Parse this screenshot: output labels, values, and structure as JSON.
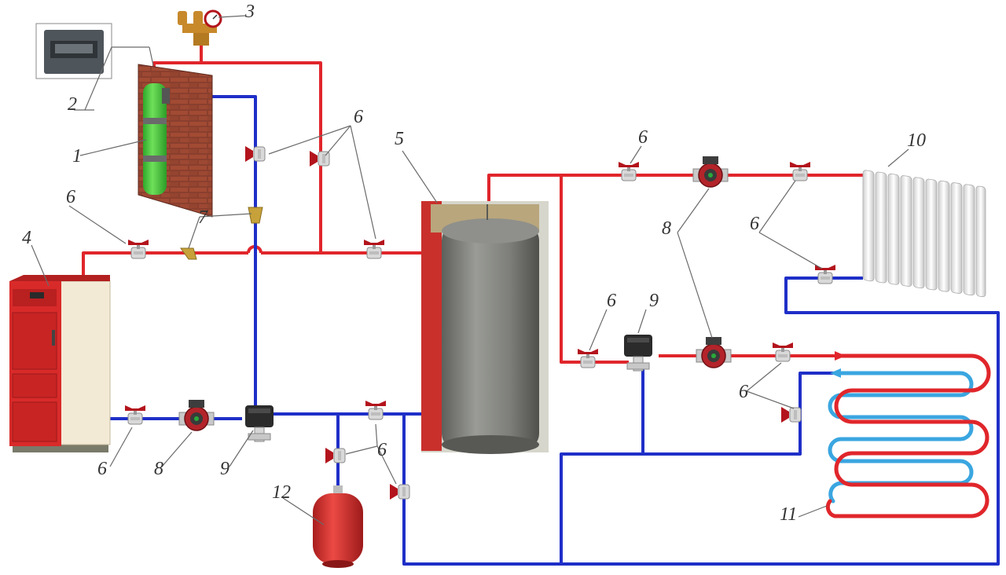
{
  "colors": {
    "supply_pipe": "#e0262b",
    "return_pipe": "#1f2fc8",
    "floor_return_tube": "#3aa6e0",
    "boiler_body": "#d92a2a",
    "boiler_panel": "#f3ead6",
    "tank_body": "#7f7f7a",
    "tank_insulation": "#c9302c",
    "heater_body": "#4cd13a",
    "expansion_vessel": "#d6292a"
  },
  "callouts": {
    "heater": "1",
    "control_box": "2",
    "safety_group": "3",
    "boiler": "4",
    "buffer_tank": "5",
    "ball_valve": "6",
    "strainer": "7",
    "pump": "8",
    "mixing_valve": "9",
    "radiator": "10",
    "underfloor_loop": "11",
    "expansion_vessel": "12"
  }
}
